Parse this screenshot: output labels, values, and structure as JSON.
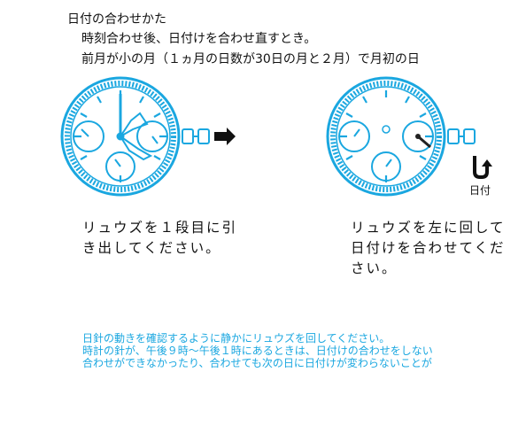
{
  "heading": {
    "title": "日付の合わせかた",
    "subtitle1": "時刻合わせ後、日付けを合わせ直すとき。",
    "subtitle2": "前月が小の月（１ヵ月の日数が30日の月と２月）で月初の日"
  },
  "steps": [
    {
      "caption": "リュウズを１段目に引き出してください。"
    },
    {
      "caption": "リュウズを左に回して日付けを合わせてください。",
      "direction_label": "日付"
    }
  ],
  "notes": {
    "line1": "日針の動きを確認するように静かにリュウズを回してください。",
    "line2": "時計の針が、午後９時～午後１時にあるときは、日付けの合わせをしない",
    "line3": "合わせができなかったり、合わせても次の日に日付けが変わらないことが"
  },
  "colors": {
    "accent": "#1aa7e0",
    "text": "#111111"
  },
  "icons": [
    "watch-dial-illustration",
    "arrow-right-icon",
    "rotate-arrow-icon"
  ]
}
